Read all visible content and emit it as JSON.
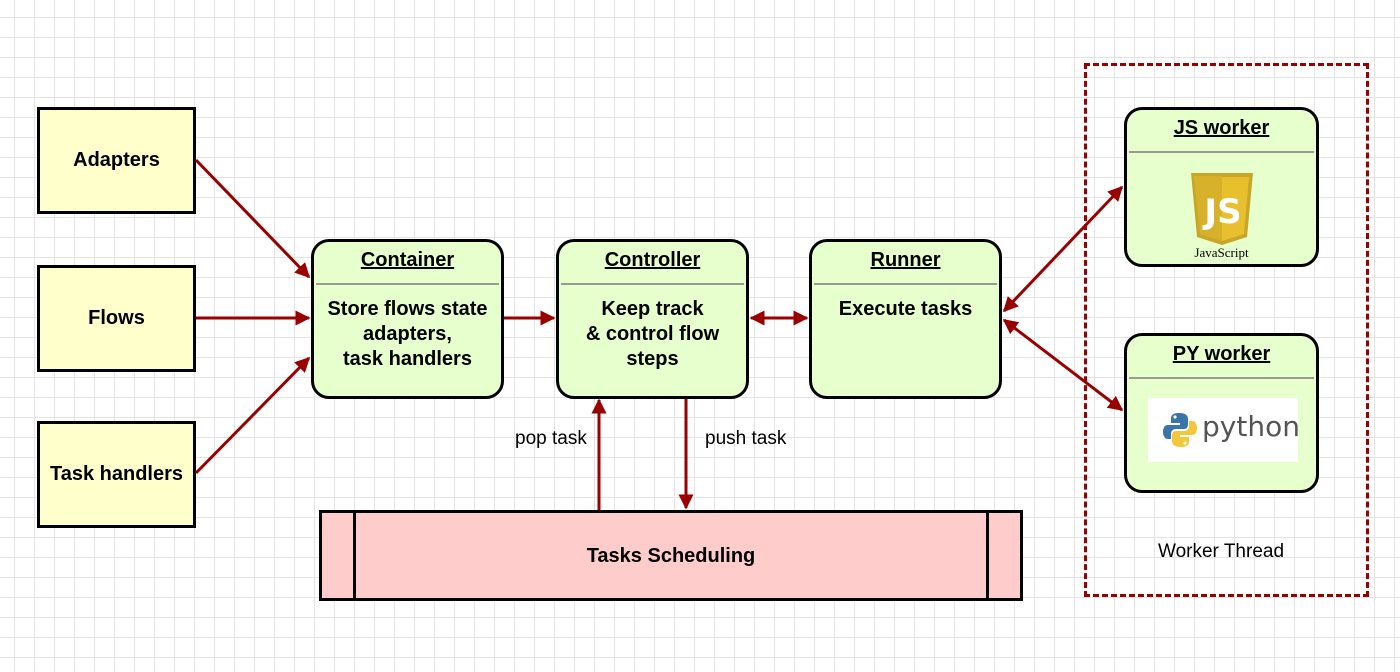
{
  "inputs": {
    "adapters": "Adapters",
    "flows": "Flows",
    "task_handlers": "Task handlers"
  },
  "container": {
    "title": "Container",
    "body": "Store flows state\nadapters,\ntask handlers"
  },
  "controller": {
    "title": "Controller",
    "body": "Keep track\n& control flow\nsteps"
  },
  "runner": {
    "title": "Runner",
    "body": "Execute tasks"
  },
  "js_worker": {
    "title": "JS worker",
    "logo_text": "JavaScript",
    "logo_letters": "JS"
  },
  "py_worker": {
    "title": "PY worker",
    "logo_text": "python"
  },
  "worker_group_label": "Worker Thread",
  "scheduler": "Tasks Scheduling",
  "edge_labels": {
    "pop": "pop task",
    "push": "push task"
  },
  "colors": {
    "arrow": "#990000",
    "input_fill": "#ffffcc",
    "card_fill": "#e6ffcc",
    "scheduler_fill": "#ffcccc",
    "group_border": "#990000"
  }
}
